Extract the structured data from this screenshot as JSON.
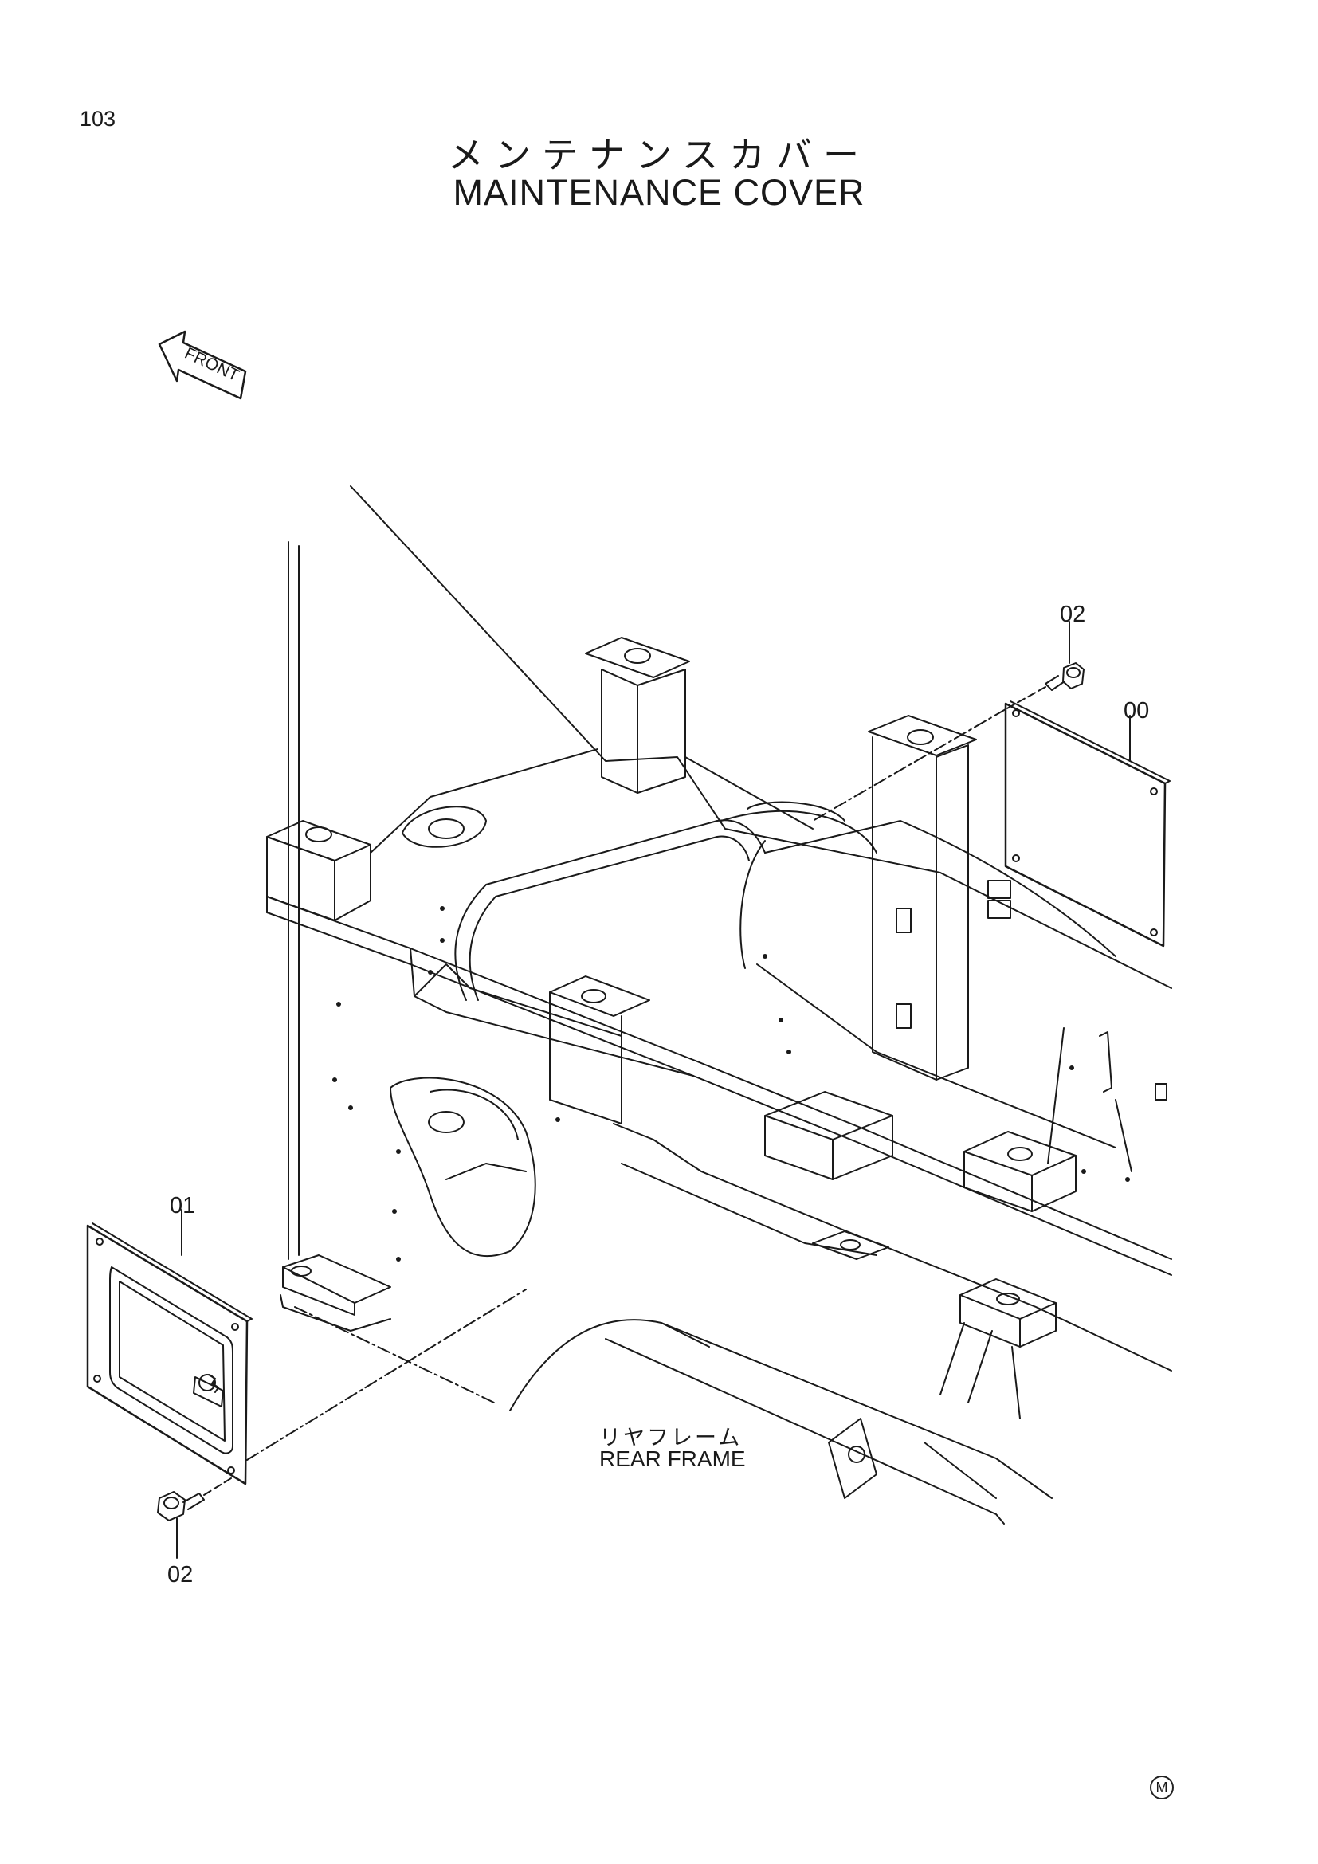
{
  "page": {
    "number": "103"
  },
  "title": {
    "ja": "メンテナンスカバー",
    "en": "MAINTENANCE COVER"
  },
  "front_indicator": {
    "label": "FRONT",
    "icon": "front-arrow-icon"
  },
  "assembly": {
    "name_ja": "リヤフレーム",
    "name_en": "REAR FRAME"
  },
  "callouts": {
    "cover_right": "00",
    "cover_left": "01",
    "bolt_top": "02",
    "bolt_bottom": "02"
  },
  "footer": {
    "mark": "M"
  }
}
